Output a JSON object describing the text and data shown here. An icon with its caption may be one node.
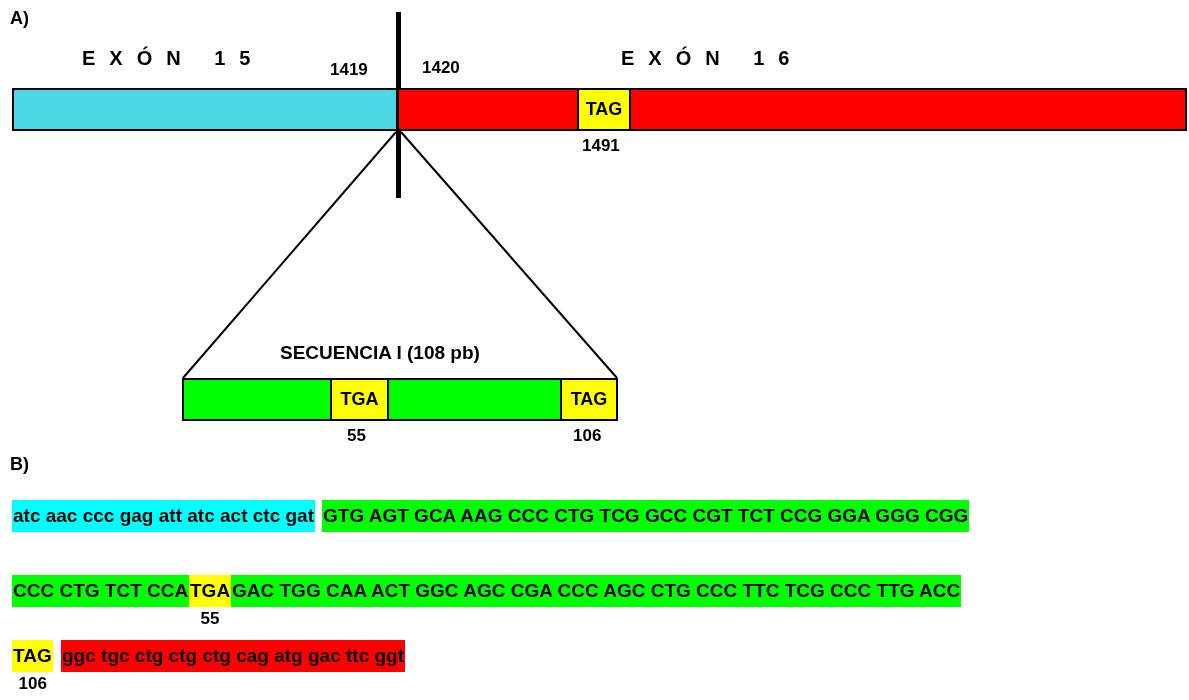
{
  "diagram": {
    "nodes": [
      {
        "text": [
          "EXÓN 15"
        ],
        "beside": [
          "1419"
        ]
      },
      {
        "text": [],
        "shape": "line"
      },
      {
        "text": [
          "EXÓN 16"
        ],
        "beside": [
          "1420"
        ]
      },
      {
        "text": [
          "TAG"
        ],
        "in": 2,
        "beside": [
          "1491"
        ]
      },
      {
        "text": [
          "SECUENCIA I (108 pb)"
        ]
      },
      {
        "text": [
          "TGA"
        ],
        "in": 4,
        "beside": [
          "55"
        ]
      },
      {
        "text": [
          "TAG"
        ],
        "in": 4,
        "beside": [
          "106"
        ]
      }
    ],
    "edges": [
      {
        "from": 1,
        "to": 4,
        "arrow": "none"
      },
      {
        "from": 1,
        "to": 4,
        "arrow": "none"
      }
    ],
    "labels": [
      "A)",
      "B)",
      "atc aac ccc gag att atc act ctc gat",
      "GTG AGT GCA AAG CCC CTG TCG GCC CGT TCT CCG GGA GGG CGG",
      "CCC CTG TCT CCA",
      "TGA",
      "GAC TGG CAA ACT GGC AGC CGA CCC AGC CTG CCC TTC TCG CCC TTG ACC",
      "55",
      "TAG",
      "ggc tgc ctg ctg ctg cag atg gac ttc ggt",
      "106"
    ]
  }
}
